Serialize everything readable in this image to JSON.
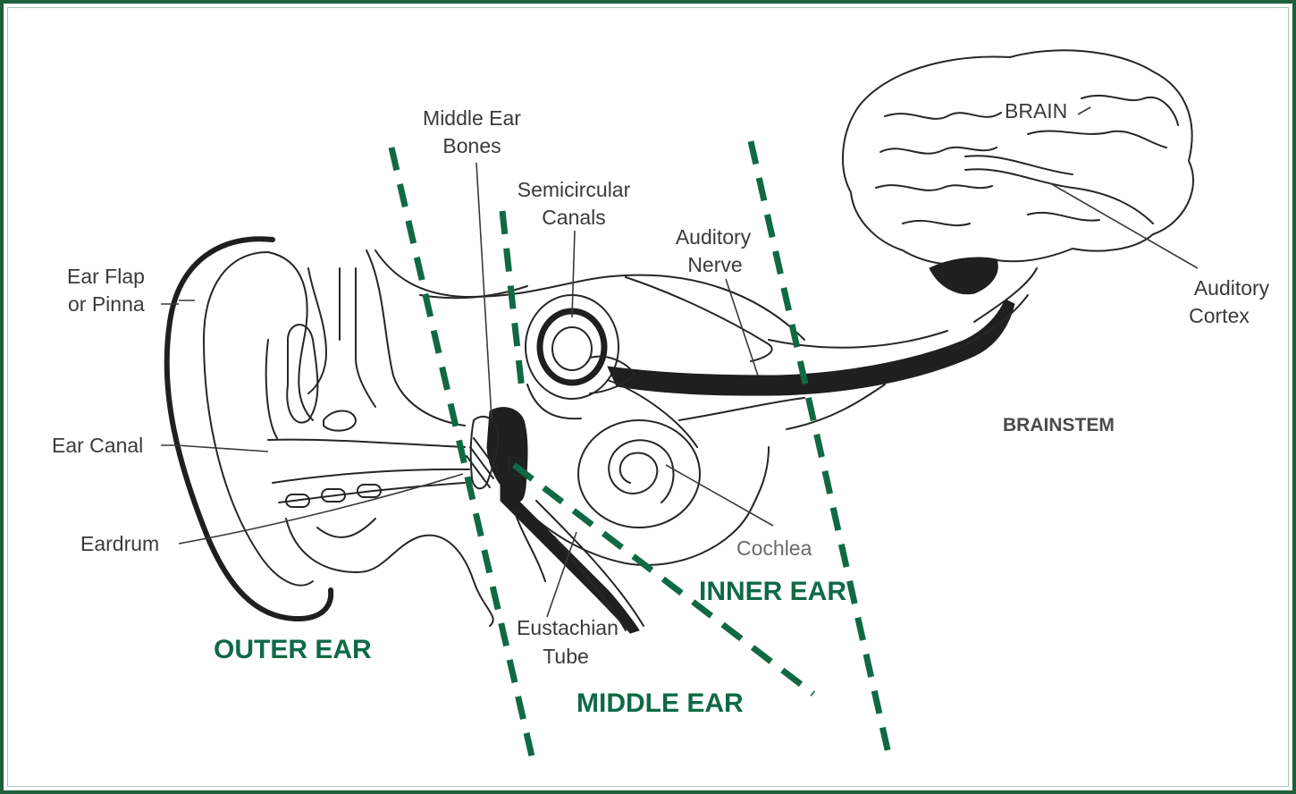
{
  "labels": {
    "ear_flap": [
      "Ear Flap",
      "or Pinna"
    ],
    "ear_canal": "Ear Canal",
    "eardrum": "Eardrum",
    "middle_ear_bones": [
      "Middle Ear",
      "Bones"
    ],
    "semicircular_canals": [
      "Semicircular",
      "Canals"
    ],
    "auditory_nerve": [
      "Auditory",
      "Nerve"
    ],
    "brain": "BRAIN",
    "auditory_cortex": [
      "Auditory",
      "Cortex"
    ],
    "brainstem": "BRAINSTEM",
    "cochlea": "Cochlea",
    "eustachian_tube": [
      "Eustachian",
      "Tube"
    ]
  },
  "regions": {
    "outer_ear": "OUTER EAR",
    "middle_ear": "MIDDLE EAR",
    "inner_ear": "INNER EAR"
  },
  "colors": {
    "frame_border": "#1e5f3c",
    "region_text": "#0f6a44",
    "divider_dash": "#0f6a44",
    "drawing_ink": "#262626"
  }
}
